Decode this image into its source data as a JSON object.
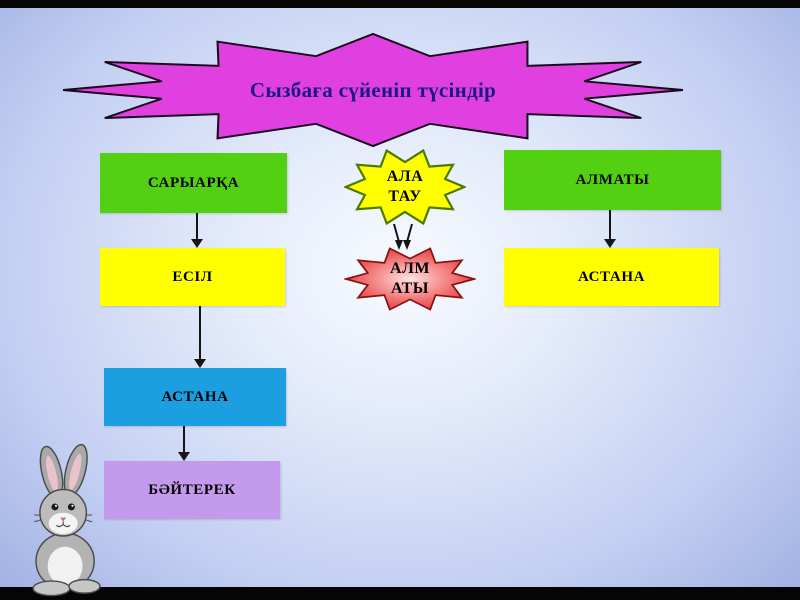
{
  "slide": {
    "title": "Сызбаға сүйеніп түсіндір",
    "title_color": "#1a1a80"
  },
  "colors": {
    "title_burst": "#e040e0",
    "green_box": "#53d012",
    "yellow_box": "#ffff00",
    "blue_box": "#1b9fe0",
    "purple_box": "#c49aec",
    "ala_tau_burst": "#ffff00",
    "almaty_burst": "#e03030"
  },
  "left_column": {
    "box1": "САРЫАРҚА",
    "box2": "ЕСІЛ",
    "box3": "АСТАНА",
    "box4": "БӘЙТЕРЕК"
  },
  "middle_column": {
    "ala_tau": {
      "line1": "АЛА",
      "line2": "ТАУ"
    },
    "almaty": {
      "line1": "АЛМ",
      "line2": "АТЫ"
    }
  },
  "right_column": {
    "box1": "АЛМАТЫ",
    "box2": "АСТАНА"
  },
  "mascot": {
    "name": "cartoon-rabbit"
  }
}
